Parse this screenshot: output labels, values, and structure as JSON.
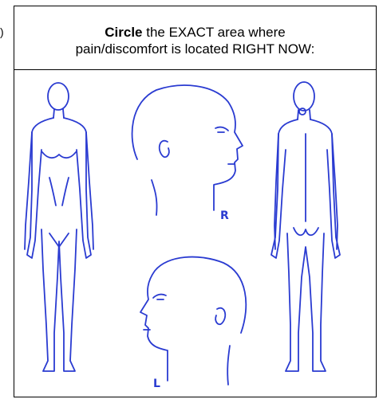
{
  "edge_glyph": ")",
  "instruction": {
    "emphasis": "Circle",
    "line1_rest": " the EXACT area where",
    "line2": "pain/discomfort is located RIGHT NOW:"
  },
  "labels": {
    "right_head": "R",
    "left_head": "L"
  },
  "colors": {
    "ink": "#2a3bd1",
    "border": "#000000"
  }
}
